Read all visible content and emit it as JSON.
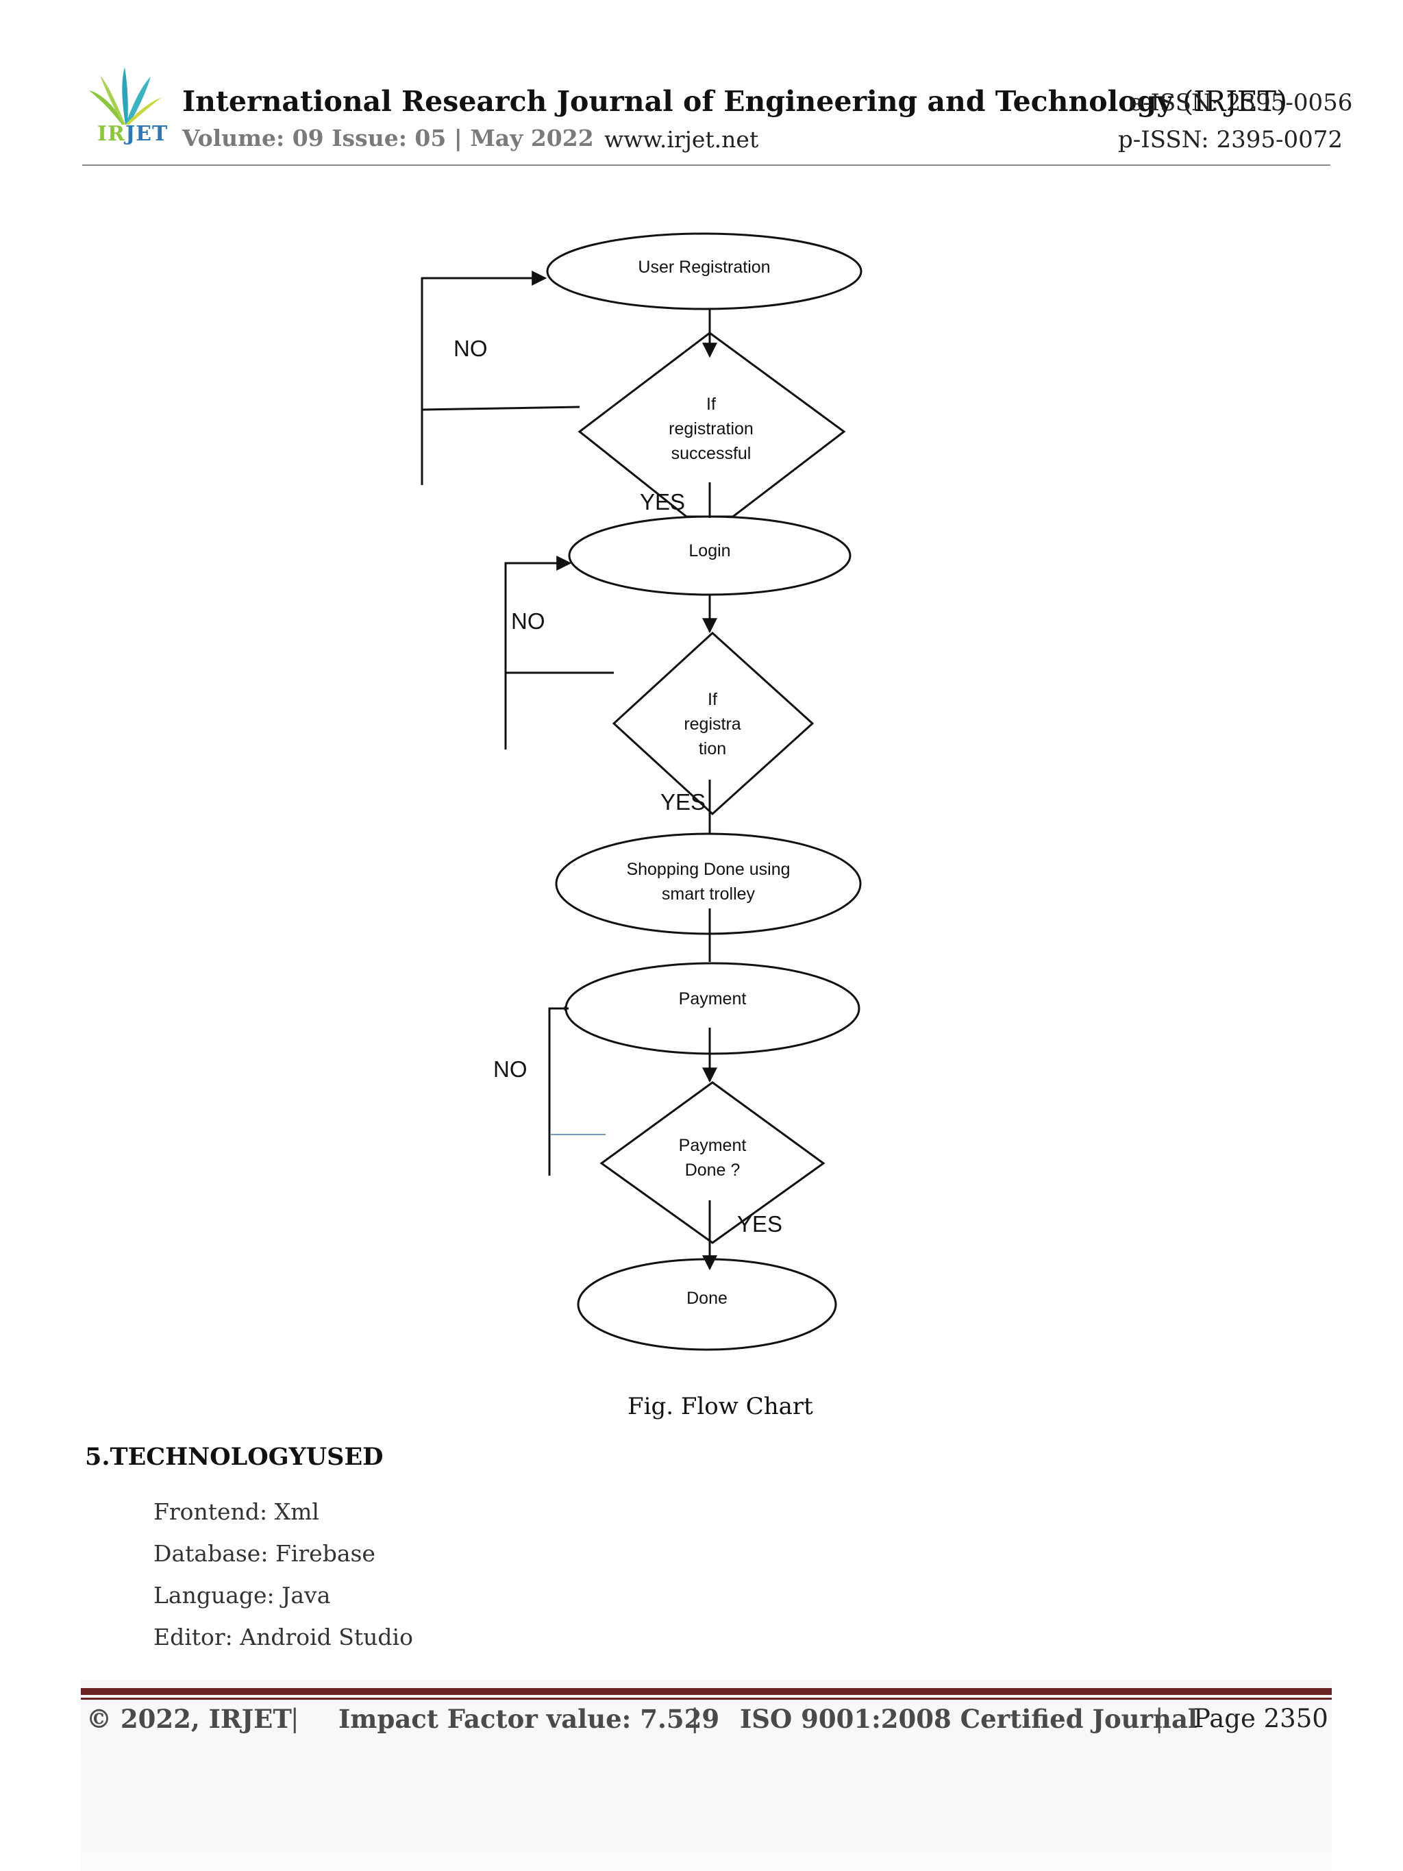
{
  "header": {
    "journal_title": "International Research Journal of Engineering and Technology",
    "journal_abbr": "(IRJET)",
    "eissn": "e-ISSN: 2395-0056",
    "pissn": "p-ISSN: 2395-0072",
    "volume_issue": "Volume: 09 Issue: 05 | May 2022",
    "website": "www.irjet.net",
    "logo": {
      "icon": "irjet-leaf-logo-icon",
      "text_ir": "IR",
      "text_jet": "JET"
    }
  },
  "flowchart": {
    "nodes": {
      "user_registration": "User Registration",
      "reg_check_1": "If",
      "reg_check_2": "registration",
      "reg_check_3": "successful",
      "login": "Login",
      "login_check_1": "If",
      "login_check_2": "registra",
      "login_check_3": "tion",
      "shopping_1": "Shopping Done using",
      "shopping_2": "smart trolley",
      "payment": "Payment",
      "payment_check_1": "Payment",
      "payment_check_2": "Done ?",
      "done": "Done"
    },
    "labels": {
      "no_1": "NO",
      "yes_1": "YES",
      "no_2": "NO",
      "yes_2": "YES",
      "no_3": "NO",
      "yes_3": "YES"
    },
    "caption": "Fig. Flow Chart"
  },
  "section": {
    "heading": "5.TECHNOLOGYUSED",
    "items": [
      "Frontend: Xml",
      "Database: Firebase",
      "Language: Java",
      "Editor: Android Studio"
    ]
  },
  "footer": {
    "copyright": "© 2022, IRJET",
    "separator": "|",
    "impact_factor": "Impact Factor value: 7.529",
    "iso": "ISO 9001:2008 Certified Journal",
    "page": "Page 2350",
    "rule_color": "#6b2222"
  }
}
